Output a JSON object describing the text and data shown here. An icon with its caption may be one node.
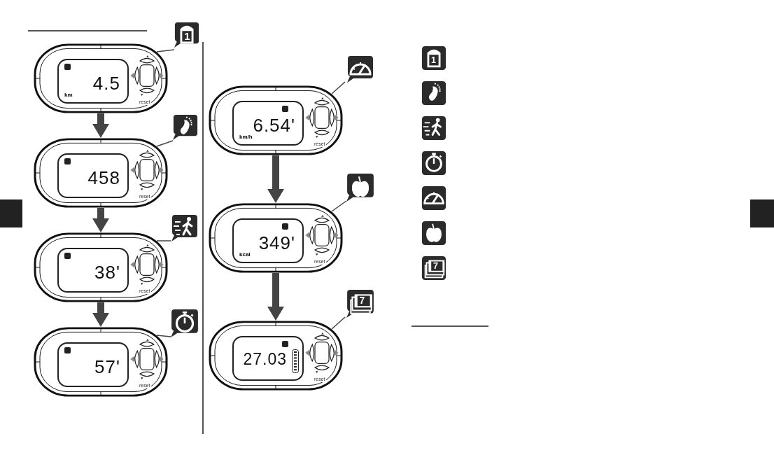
{
  "diagram": {
    "nodes": [
      {
        "text": [
          "1"
        ]
      },
      {
        "text": [
          "4.5",
          "km",
          "reset"
        ]
      },
      {
        "text": [],
        "shape": "foot"
      },
      {
        "text": [
          "458",
          "reset"
        ]
      },
      {
        "text": [],
        "shape": "walker"
      },
      {
        "text": [
          "38'",
          "reset"
        ]
      },
      {
        "text": [],
        "shape": "stopwatch"
      },
      {
        "text": [
          "57'",
          "reset"
        ]
      },
      {
        "text": [],
        "shape": "speedometer"
      },
      {
        "text": [
          "6.54'",
          "km/h",
          "reset"
        ]
      },
      {
        "text": [],
        "shape": "apple"
      },
      {
        "text": [
          "349'",
          "kcal",
          "reset"
        ]
      },
      {
        "text": [
          "7"
        ]
      },
      {
        "text": [
          "27.03",
          "reset"
        ]
      }
    ],
    "edges": [
      {
        "from": 0,
        "to": 1,
        "arrow": "none"
      },
      {
        "from": 1,
        "to": 3,
        "arrow": "to",
        "style": "thick"
      },
      {
        "from": 2,
        "to": 3,
        "arrow": "none"
      },
      {
        "from": 3,
        "to": 5,
        "arrow": "to",
        "style": "thick"
      },
      {
        "from": 4,
        "to": 5,
        "arrow": "none"
      },
      {
        "from": 5,
        "to": 7,
        "arrow": "to",
        "style": "thick"
      },
      {
        "from": 6,
        "to": 7,
        "arrow": "none"
      },
      {
        "from": 8,
        "to": 9,
        "arrow": "none"
      },
      {
        "from": 9,
        "to": 11,
        "arrow": "to",
        "style": "thick"
      },
      {
        "from": 10,
        "to": 11,
        "arrow": "none"
      },
      {
        "from": 11,
        "to": 13,
        "arrow": "to",
        "style": "thick"
      },
      {
        "from": 12,
        "to": 13,
        "arrow": "none"
      }
    ],
    "labels": [
      "1",
      "7"
    ]
  }
}
